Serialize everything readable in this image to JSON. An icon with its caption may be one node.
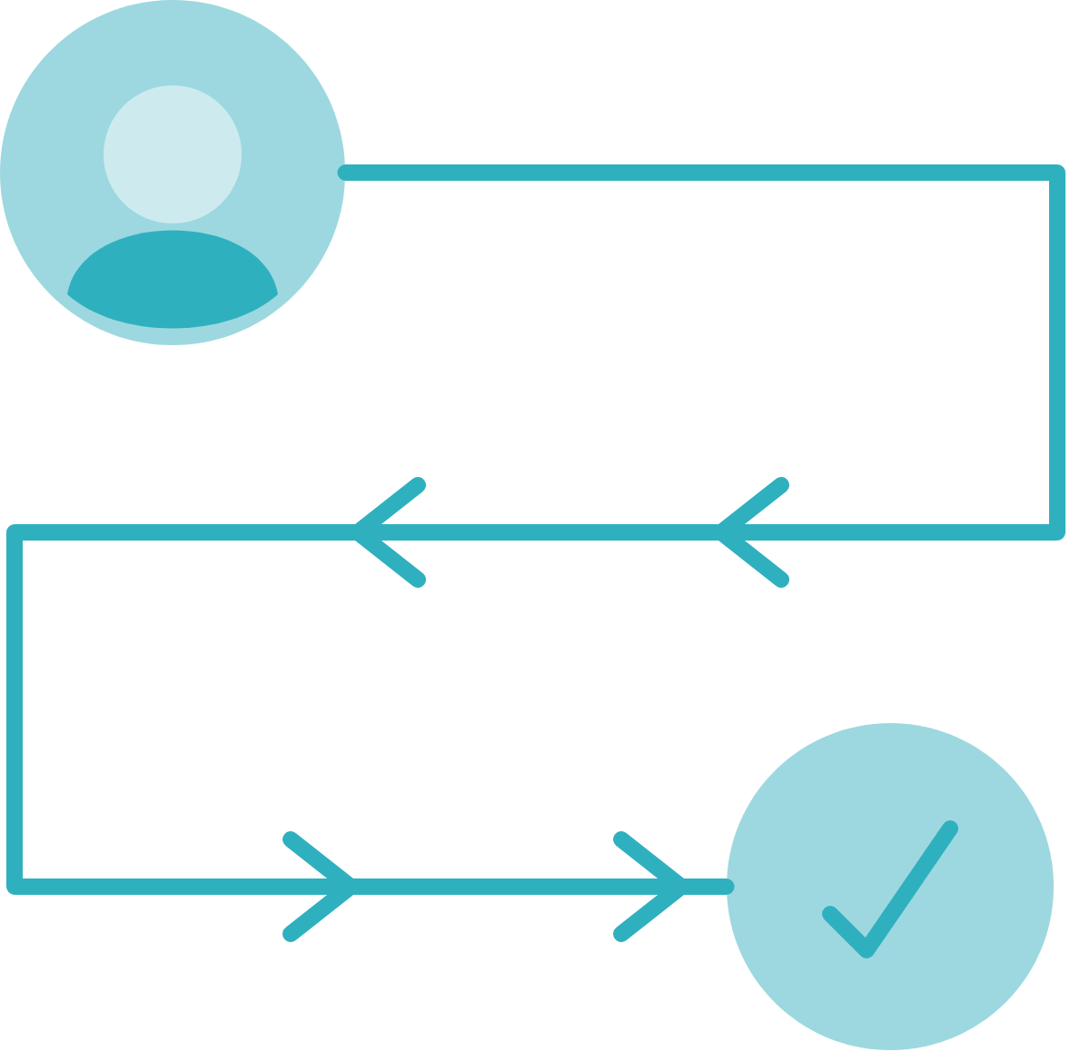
{
  "diagram": {
    "nodes": [
      {
        "text": [],
        "shape": "person"
      },
      {
        "text": [],
        "shape": "circle"
      }
    ],
    "edges": [
      {
        "from": 0,
        "to": 1,
        "arrow": "to"
      }
    ]
  }
}
